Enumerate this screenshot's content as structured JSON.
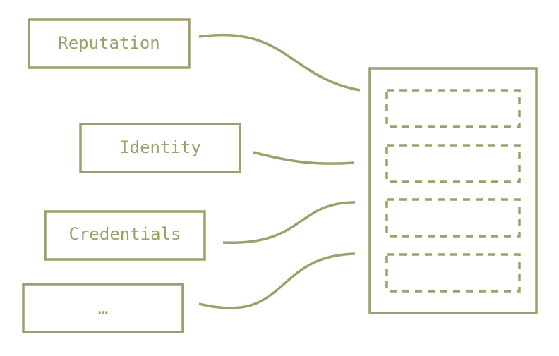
{
  "colors": {
    "stroke": "#a09e6a",
    "text": "#a09e6a",
    "background": "#ffffff"
  },
  "sources": [
    {
      "id": "reputation",
      "label": "Reputation"
    },
    {
      "id": "identity",
      "label": "Identity"
    },
    {
      "id": "credentials",
      "label": "Credentials"
    },
    {
      "id": "more",
      "label": "…"
    }
  ],
  "container": {
    "slot_count": 4
  }
}
